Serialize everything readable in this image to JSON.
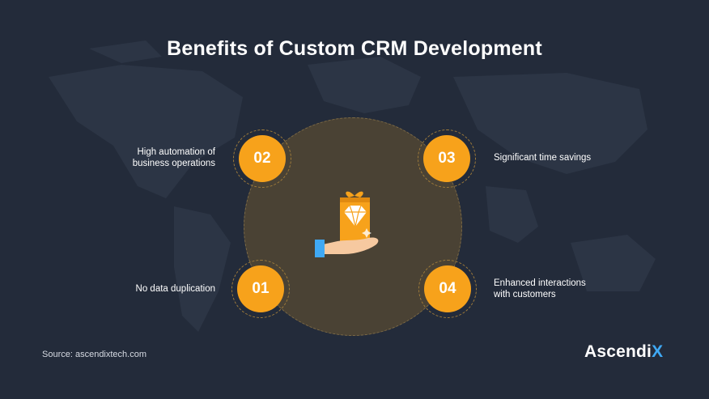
{
  "title": "Benefits of Custom CRM Development",
  "benefits": [
    {
      "number": "02",
      "text_line1": "High automation of",
      "text_line2": "business operations"
    },
    {
      "number": "03",
      "text_line1": "Significant time savings",
      "text_line2": ""
    },
    {
      "number": "01",
      "text_line1": "No data duplication",
      "text_line2": ""
    },
    {
      "number": "04",
      "text_line1": "Enhanced interactions",
      "text_line2": "with customers"
    }
  ],
  "source": "Source: ascendixtech.com",
  "logo": {
    "main": "Ascendi",
    "accent": "X"
  },
  "colors": {
    "background": "#232b3a",
    "accent": "#f7a21b",
    "circle": "#4a4234",
    "logo_accent": "#3fa9f5"
  },
  "icons": {
    "center": "gift-diamond-hand-icon",
    "background": "world-map"
  }
}
